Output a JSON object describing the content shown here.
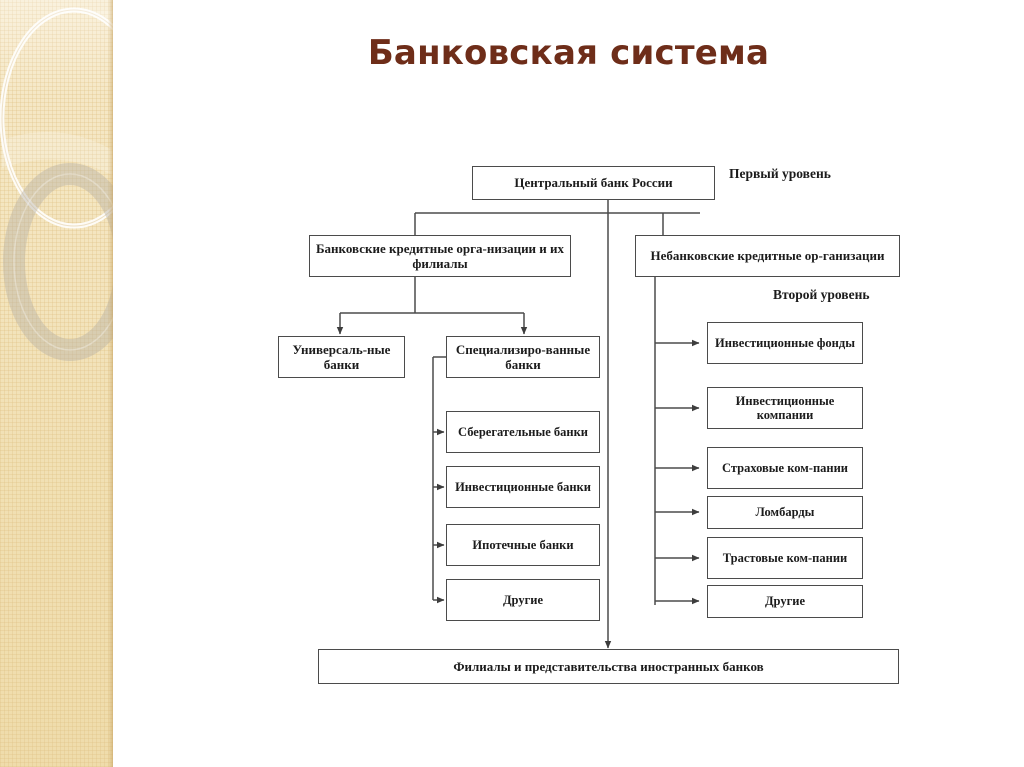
{
  "page": {
    "title": "Банковская система",
    "title_color": "#6e2d19",
    "background": "#ffffff",
    "sidebar_color": "#f2e2ba",
    "line_color": "#4b4b4b",
    "text_color": "#1c1c1c"
  },
  "diagram": {
    "type": "hierarchy",
    "level_labels": [
      {
        "id": "level-one",
        "text": "Первый уровень"
      },
      {
        "id": "level-two",
        "text": "Второй уровень"
      }
    ],
    "nodes": [
      {
        "id": "central-bank",
        "text": "Центральный банк России"
      },
      {
        "id": "bank-credit-orgs",
        "text": "Банковские кредитные орга-низации и их филиалы"
      },
      {
        "id": "nonbank-credit-orgs",
        "text": "Небанковские кредитные ор-ганизации"
      },
      {
        "id": "universal-banks",
        "text": "Универсаль-ные банки"
      },
      {
        "id": "specialized-banks",
        "text": "Специализиро-ванные банки"
      },
      {
        "id": "savings-banks",
        "text": "Сберегательные банки"
      },
      {
        "id": "investment-banks",
        "text": "Инвестиционные банки"
      },
      {
        "id": "mortgage-banks",
        "text": "Ипотечные банки"
      },
      {
        "id": "other-banks",
        "text": "Другие"
      },
      {
        "id": "investment-funds",
        "text": "Инвестиционные фонды"
      },
      {
        "id": "investment-companies",
        "text": "Инвестиционные компании"
      },
      {
        "id": "insurance-companies",
        "text": "Страховые ком-пании"
      },
      {
        "id": "pawnshops",
        "text": "Ломбарды"
      },
      {
        "id": "trust-companies",
        "text": "Трастовые ком-пании"
      },
      {
        "id": "other-nonbank",
        "text": "Другие"
      },
      {
        "id": "foreign-bank-branches",
        "text": "Филиалы и представительства иностранных банков"
      }
    ]
  }
}
